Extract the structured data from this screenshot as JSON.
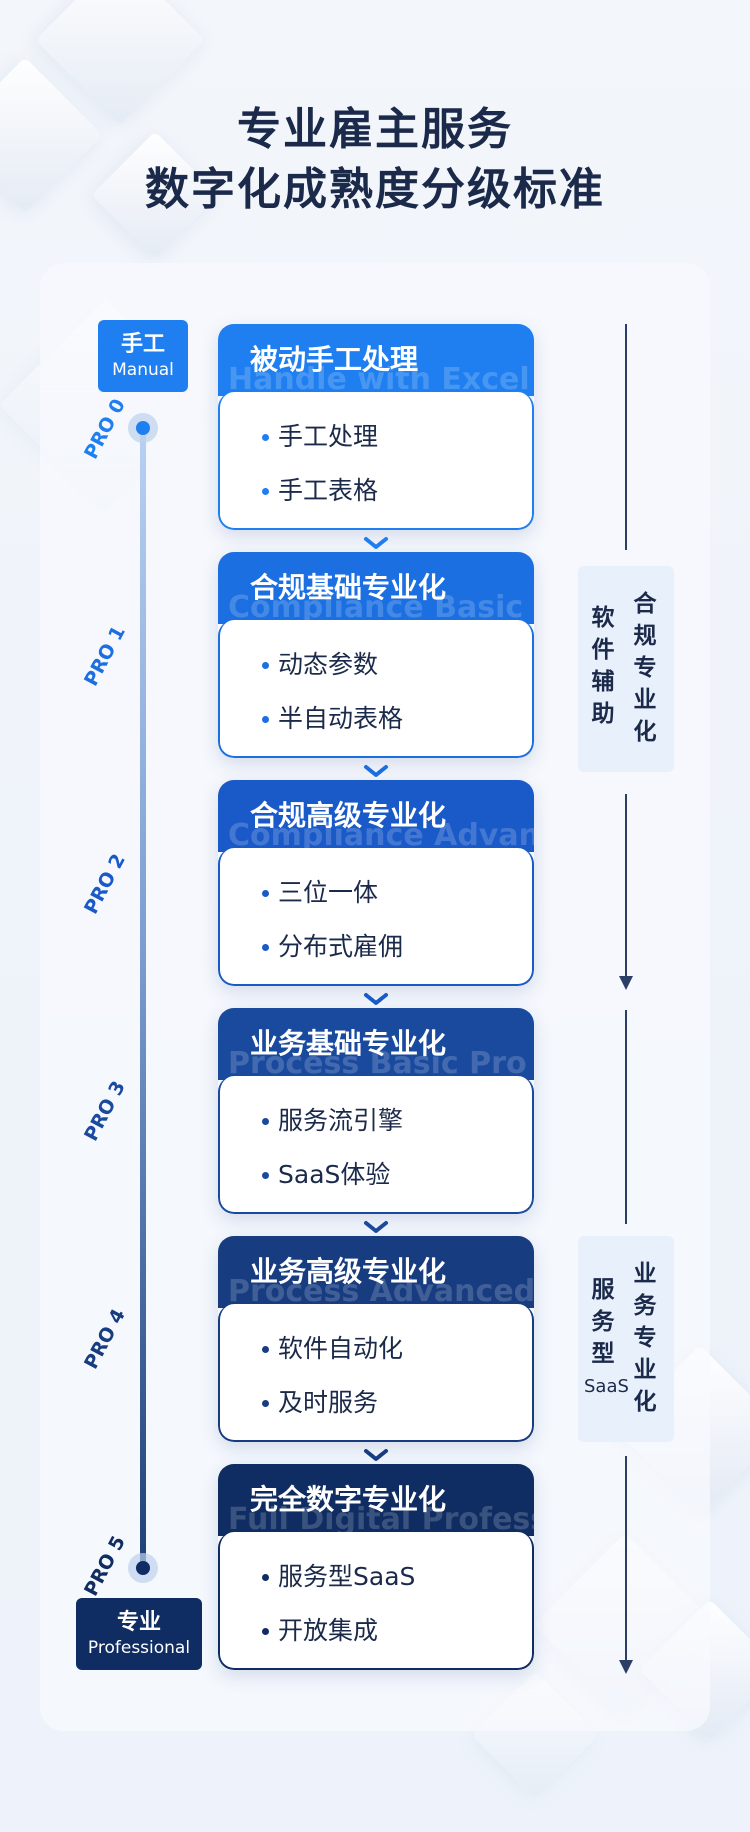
{
  "header": {
    "title_line1": "专业雇主服务",
    "title_line2": "数字化成熟度分级标准"
  },
  "timeline": {
    "start": {
      "cn": "手工",
      "en": "Manual"
    },
    "end": {
      "cn": "专业",
      "en": "Professional"
    },
    "levels": [
      "PRO 0",
      "PRO 1",
      "PRO 2",
      "PRO 3",
      "PRO 4",
      "PRO 5"
    ]
  },
  "stages": [
    {
      "title": "被动手工处理",
      "watermark": "Handle with Excel",
      "items": [
        "手工处理",
        "手工表格"
      ],
      "color": "#1f7ff0"
    },
    {
      "title": "合规基础专业化",
      "watermark": "Compliance Basic",
      "items": [
        "动态参数",
        "半自动表格"
      ],
      "color": "#1b6fe0"
    },
    {
      "title": "合规高级专业化",
      "watermark": "Compliance Advanced",
      "items": [
        "三位一体",
        "分布式雇佣"
      ],
      "color": "#1a5ac8"
    },
    {
      "title": "业务基础专业化",
      "watermark": "Process Basic Pro",
      "items": [
        "服务流引擎",
        "SaaS体验"
      ],
      "color": "#1a4a9e"
    },
    {
      "title": "业务高级专业化",
      "watermark": "Process Advanced",
      "items": [
        "软件自动化",
        "及时服务"
      ],
      "color": "#183c80"
    },
    {
      "title": "完全数字专业化",
      "watermark": "Full Digital Professional",
      "items": [
        "服务型SaaS",
        "开放集成"
      ],
      "color": "#0f2d62"
    }
  ],
  "categories": [
    {
      "main": "合规专业化",
      "sub": "软件辅助",
      "sub_extra": ""
    },
    {
      "main": "业务专业化",
      "sub": "服务型",
      "sub_extra": "SaaS"
    }
  ],
  "colors": {
    "title": "#1b2a4a",
    "start_badge": "#1f7ff0",
    "end_badge": "#0f2d62"
  }
}
